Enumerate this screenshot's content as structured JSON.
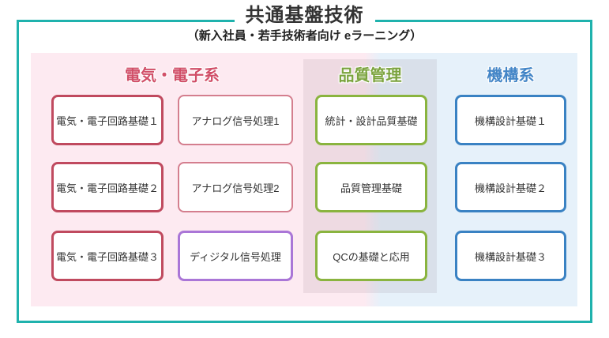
{
  "header": {
    "title": "共通基盤技術",
    "subtitle": "（新入社員・若手技術者向け eラーニング）"
  },
  "sections": [
    {
      "label": "電気・電子系",
      "color": "#d14f68"
    },
    {
      "label": "品質管理",
      "color": "#7ba33e"
    },
    {
      "label": "機構系",
      "color": "#4486c7"
    }
  ],
  "courses": [
    {
      "label": "電気・電子回路基礎１",
      "type": "circuit"
    },
    {
      "label": "アナログ信号処理1",
      "type": "analog"
    },
    {
      "label": "統計・設計品質基礎",
      "type": "quality"
    },
    {
      "label": "機構設計基礎１",
      "type": "mech"
    },
    {
      "label": "電気・電子回路基礎２",
      "type": "circuit"
    },
    {
      "label": "アナログ信号処理2",
      "type": "analog"
    },
    {
      "label": "品質管理基礎",
      "type": "quality"
    },
    {
      "label": "機構設計基礎２",
      "type": "mech"
    },
    {
      "label": "電気・電子回路基礎３",
      "type": "circuit"
    },
    {
      "label": "ディジタル信号処理",
      "type": "digital"
    },
    {
      "label": "QCの基礎と応用",
      "type": "quality"
    },
    {
      "label": "機構設計基礎３",
      "type": "mech"
    }
  ],
  "colors": {
    "frame_teal": "#1fb2ad",
    "panel_pink": "#fdeaf1",
    "panel_blue": "#e6f1fa",
    "border_circuit": "#c04a5f",
    "border_analog": "#d47e8e",
    "border_digital": "#aa76d7",
    "border_quality": "#8ab43f",
    "border_mech": "#3a82c3",
    "text": "#333333"
  }
}
